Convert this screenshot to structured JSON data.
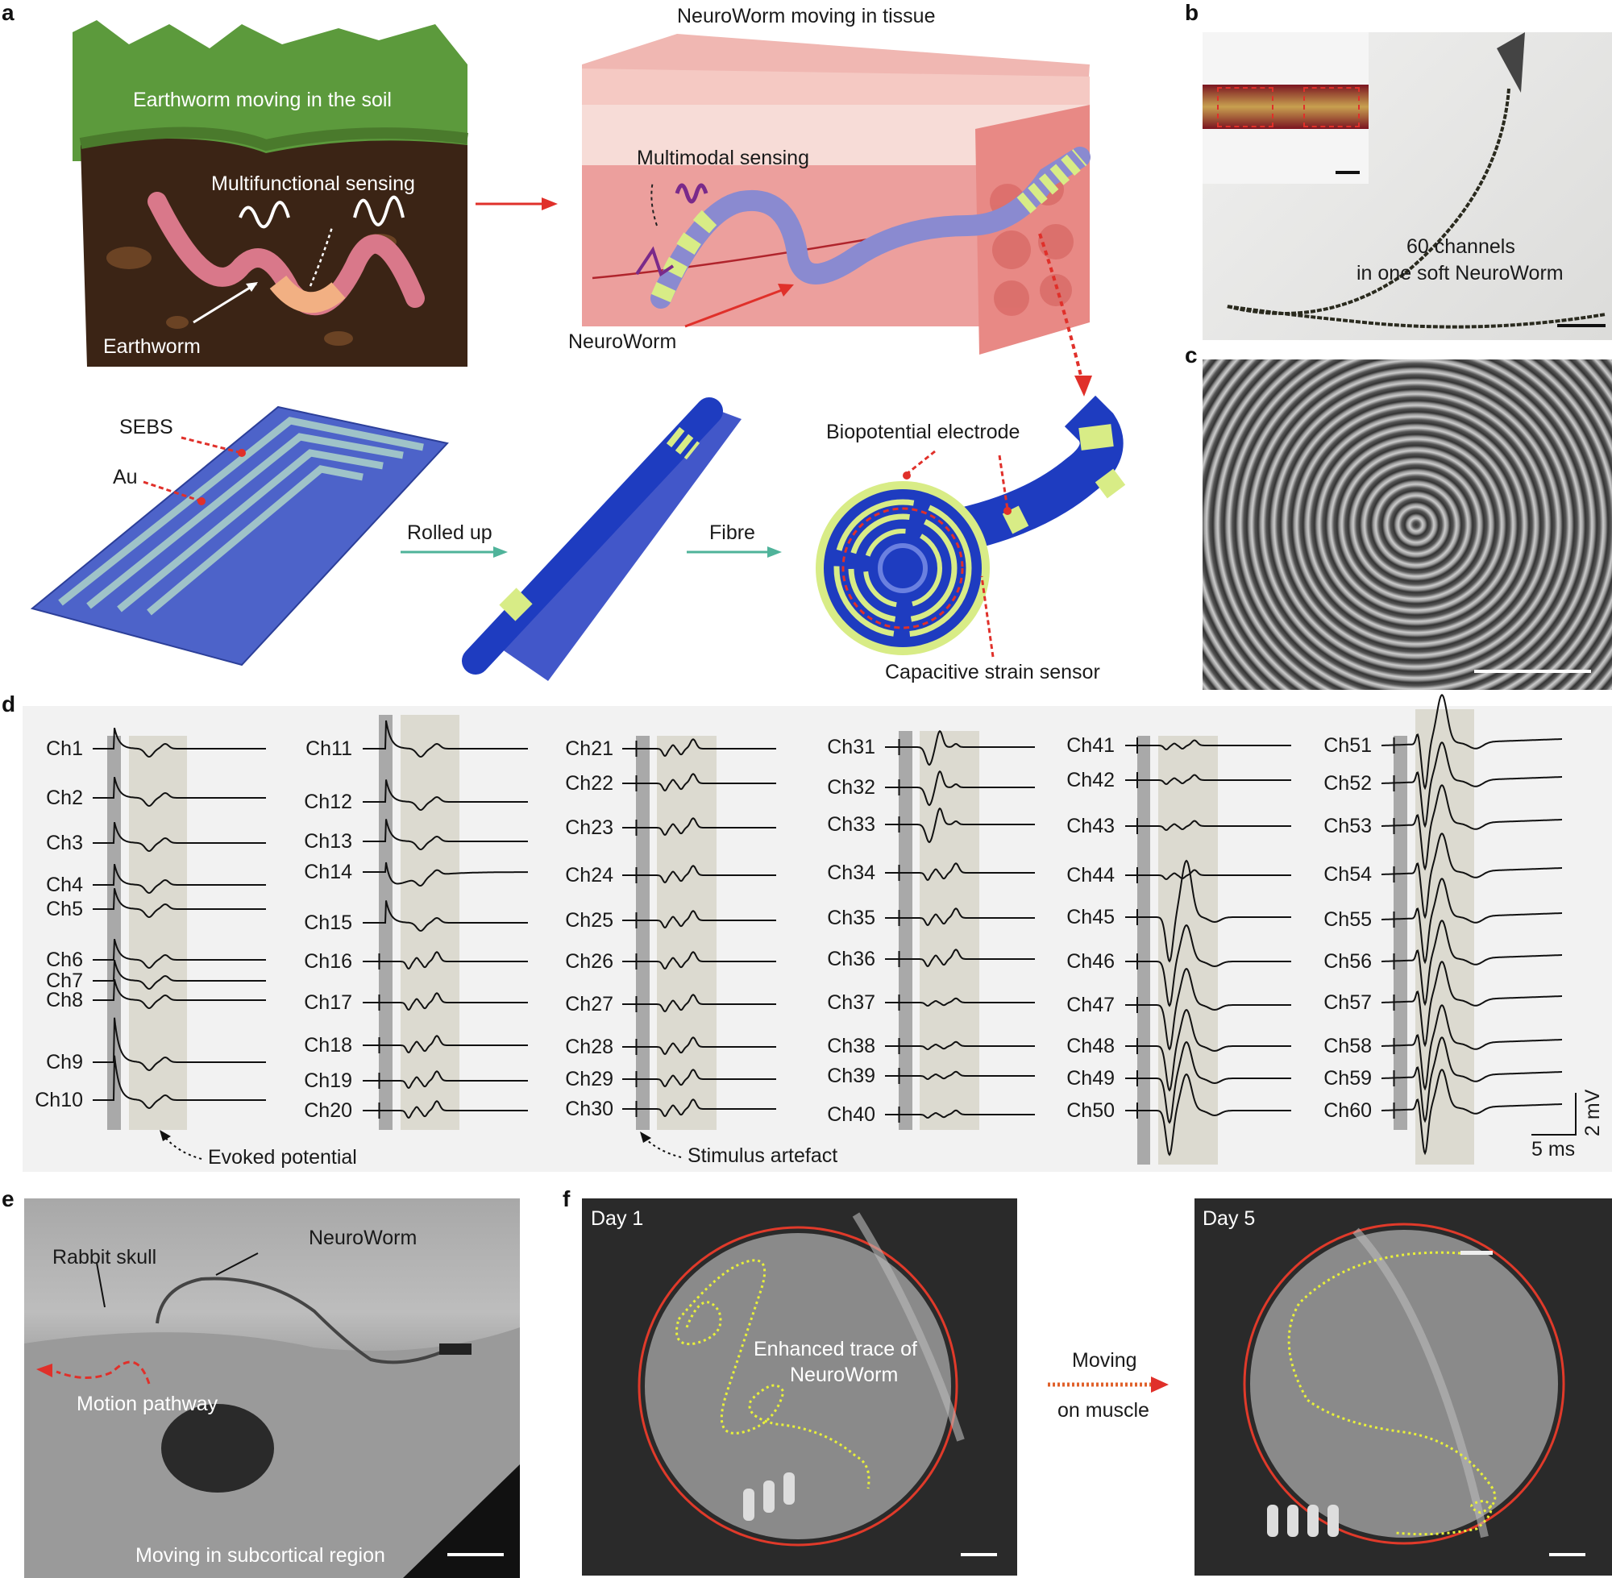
{
  "panels": {
    "a": {
      "label": "a",
      "soil_title": "Earthworm moving in the soil",
      "multifunctional": "Multifunctional sensing",
      "earthworm": "Earthworm",
      "tissue_title": "NeuroWorm moving in tissue",
      "multimodal": "Multimodal sensing",
      "neuroworm": "NeuroWorm",
      "sebs": "SEBS",
      "au": "Au",
      "rolled_up": "Rolled up",
      "fibre": "Fibre",
      "biopotential": "Biopotential electrode",
      "capacitive": "Capacitive strain sensor"
    },
    "b": {
      "label": "b",
      "line1": "60 channels",
      "line2": "in one soft NeuroWorm"
    },
    "c": {
      "label": "c"
    },
    "d": {
      "label": "d",
      "channels": [
        "Ch1",
        "Ch2",
        "Ch3",
        "Ch4",
        "Ch5",
        "Ch6",
        "Ch7",
        "Ch8",
        "Ch9",
        "Ch10",
        "Ch11",
        "Ch12",
        "Ch13",
        "Ch14",
        "Ch15",
        "Ch16",
        "Ch17",
        "Ch18",
        "Ch19",
        "Ch20",
        "Ch21",
        "Ch22",
        "Ch23",
        "Ch24",
        "Ch25",
        "Ch26",
        "Ch27",
        "Ch28",
        "Ch29",
        "Ch30",
        "Ch31",
        "Ch32",
        "Ch33",
        "Ch34",
        "Ch35",
        "Ch36",
        "Ch37",
        "Ch38",
        "Ch39",
        "Ch40",
        "Ch41",
        "Ch42",
        "Ch43",
        "Ch44",
        "Ch45",
        "Ch46",
        "Ch47",
        "Ch48",
        "Ch49",
        "Ch50",
        "Ch51",
        "Ch52",
        "Ch53",
        "Ch54",
        "Ch55",
        "Ch56",
        "Ch57",
        "Ch58",
        "Ch59",
        "Ch60"
      ],
      "evoked": "Evoked potential",
      "artefact": "Stimulus artefact",
      "scale_v": "2 mV",
      "scale_t": "5 ms"
    },
    "e": {
      "label": "e",
      "skull": "Rabbit skull",
      "neuroworm": "NeuroWorm",
      "motion": "Motion pathway",
      "caption": "Moving in subcortical region"
    },
    "f": {
      "label": "f",
      "day1": "Day 1",
      "day5": "Day 5",
      "trace1": "Enhanced trace of",
      "trace2": "NeuroWorm",
      "moving": "Moving",
      "on_muscle": "on muscle"
    }
  },
  "colors": {
    "accent_red": "#e0302a",
    "arrow_teal": "#4fb39a",
    "fibre_blue": "#2846c8",
    "electrode_green": "#d8ec86",
    "trace_yellow": "#e8f03a"
  }
}
